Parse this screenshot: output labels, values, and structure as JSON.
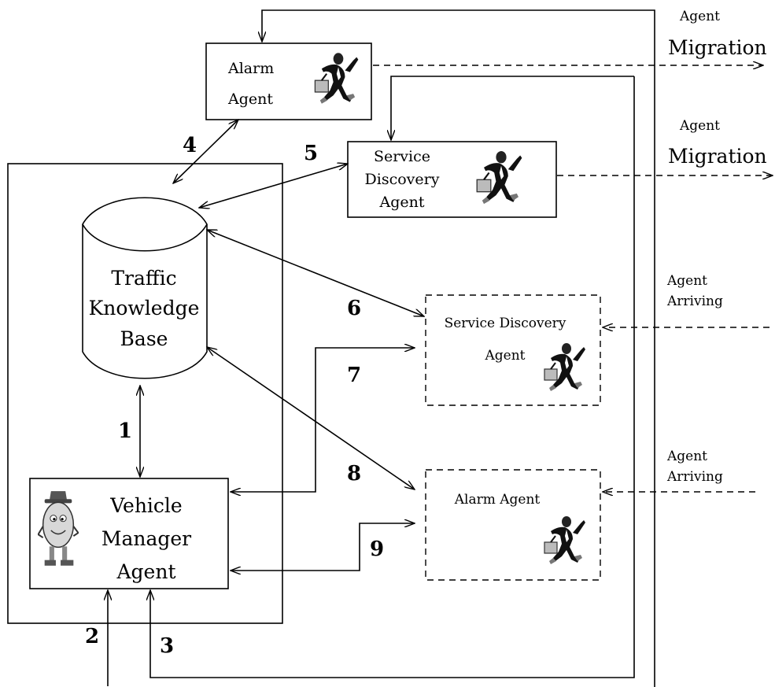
{
  "kb": {
    "lines": [
      "Traffic",
      "Knowledge",
      "Base"
    ]
  },
  "vehicle_manager": {
    "lines": [
      "Vehicle",
      "Manager",
      "Agent"
    ]
  },
  "alarm_agent_top": {
    "lines": [
      "Alarm",
      "Agent"
    ]
  },
  "service_agent_top": {
    "lines": [
      "Service",
      "Discovery",
      "Agent"
    ]
  },
  "service_agent_arriving": {
    "lines": [
      "Service Discovery",
      "Agent"
    ]
  },
  "alarm_agent_arriving": {
    "label": "Alarm Agent"
  },
  "migration_labels": [
    {
      "small": "Agent",
      "big": "Migration"
    },
    {
      "small": "Agent",
      "big": "Migration"
    }
  ],
  "arriving_labels": [
    {
      "line1": "Agent",
      "line2": "Arriving"
    },
    {
      "line1": "Agent",
      "line2": "Arriving"
    }
  ],
  "step_numbers": [
    "1",
    "2",
    "3",
    "4",
    "5",
    "6",
    "7",
    "8",
    "9"
  ],
  "icons": {
    "agent": "running-businessman-icon",
    "vehicle": "egg-mascot-icon"
  }
}
